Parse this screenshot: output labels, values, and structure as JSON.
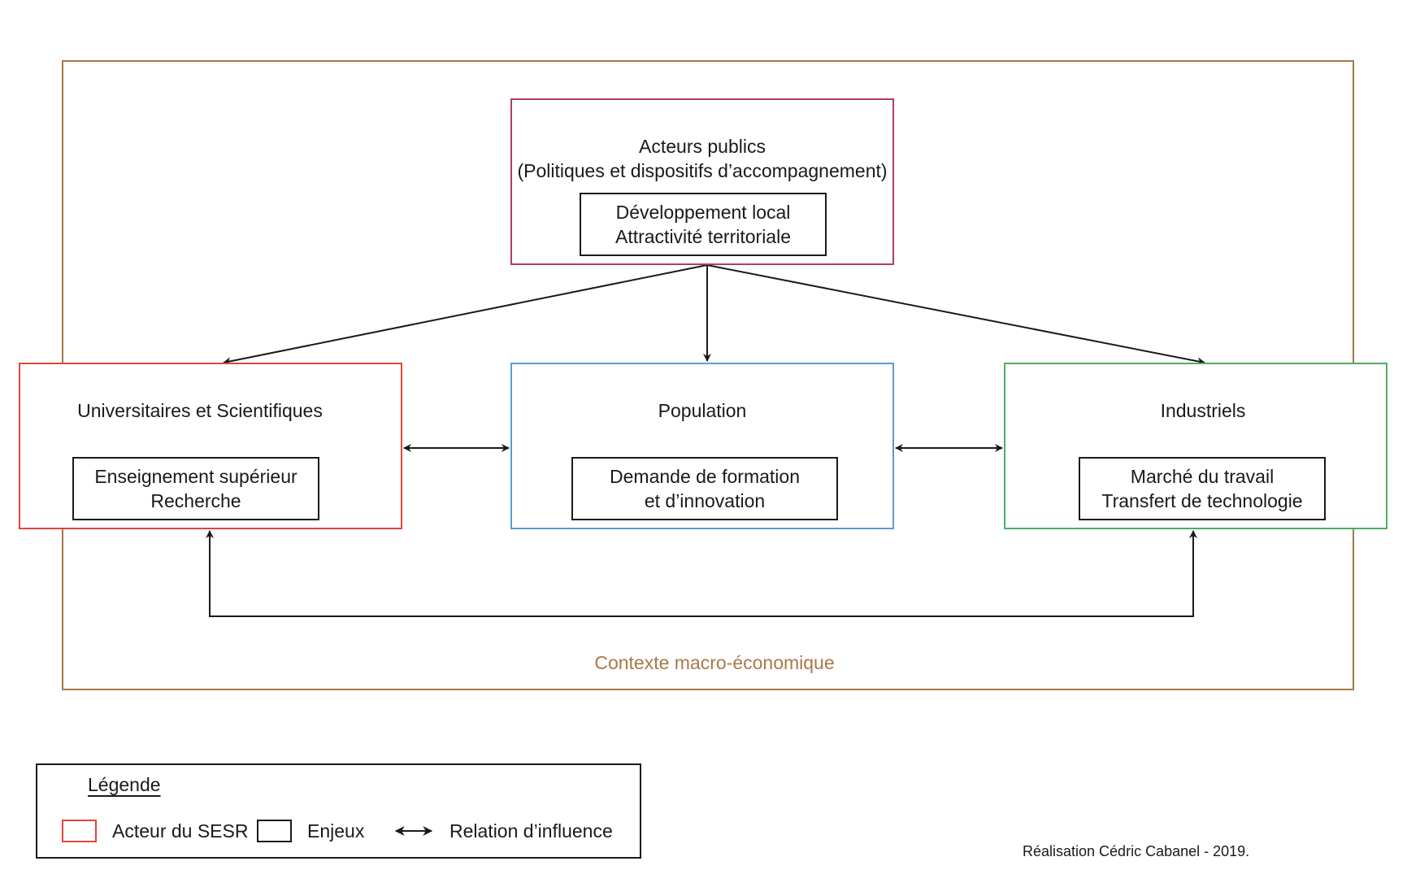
{
  "context": {
    "label": "Contexte macro-économique",
    "color": "#a9784a"
  },
  "actors": {
    "public": {
      "title_line1": "Acteurs publics",
      "title_line2": "(Politiques et dispositifs d’accompagnement)",
      "issue_line1": "Développement local",
      "issue_line2": "Attractivité territoriale",
      "color": "#b23a6a"
    },
    "universities": {
      "title": "Universitaires et Scientifiques",
      "issue_line1": "Enseignement supérieur",
      "issue_line2": "Recherche",
      "color": "#e0473c"
    },
    "population": {
      "title": "Population",
      "issue_line1": "Demande de formation",
      "issue_line2": "et d’innovation",
      "color": "#5b9bd5"
    },
    "industrials": {
      "title": "Industriels",
      "issue_line1": "Marché du travail",
      "issue_line2": "Transfert de technologie",
      "color": "#4caf60"
    }
  },
  "legend": {
    "title": "Légende",
    "actor_label": "Acteur du SESR",
    "actor_color": "#e0473c",
    "issues_label": "Enjeux",
    "relation_label": "Relation d’influence"
  },
  "credit": "Réalisation Cédric Cabanel - 2019."
}
